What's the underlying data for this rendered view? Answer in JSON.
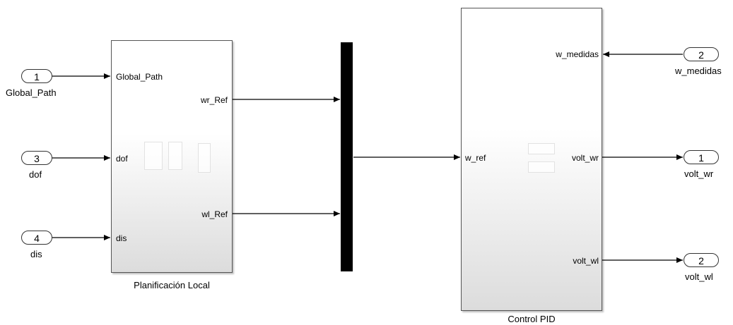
{
  "inports": [
    {
      "number": "1",
      "label": "Global_Path"
    },
    {
      "number": "3",
      "label": "dof"
    },
    {
      "number": "4",
      "label": "dis"
    },
    {
      "number": "2",
      "label": "w_medidas"
    }
  ],
  "outports": [
    {
      "number": "1",
      "label": "volt_wr"
    },
    {
      "number": "2",
      "label": "volt_wl"
    }
  ],
  "planning_block": {
    "caption": "Planificación Local",
    "inputs": [
      "Global_Path",
      "dof",
      "dis"
    ],
    "outputs": [
      "wr_Ref",
      "wl_Ref"
    ]
  },
  "control_block": {
    "caption": "Control PID",
    "inputs": [
      "w_medidas",
      "w_ref"
    ],
    "outputs": [
      "volt_wr",
      "volt_wl"
    ]
  }
}
